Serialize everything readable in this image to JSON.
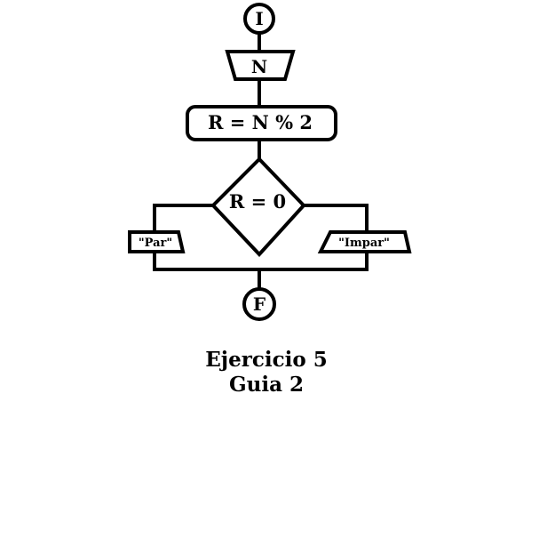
{
  "diagram": {
    "nodes": {
      "start": {
        "label": "I"
      },
      "input": {
        "label": "N"
      },
      "process": {
        "label": "R = N % 2"
      },
      "decision": {
        "label": "R = 0"
      },
      "output_left": {
        "label": "\"Par\""
      },
      "output_right": {
        "label": "\"Impar\""
      },
      "end": {
        "label": "F"
      }
    },
    "caption": {
      "line1": "Ejercicio 5",
      "line2": "Guia 2"
    }
  }
}
